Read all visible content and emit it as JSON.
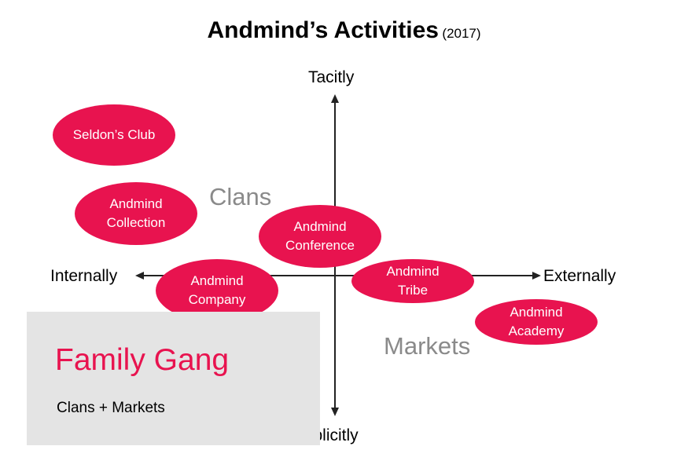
{
  "colors": {
    "bubble": "#e8134f",
    "accent_text": "#e8134f",
    "quadrant_label": "#8a8a8a",
    "box_background": "#e4e4e4",
    "axis": "#222222"
  },
  "title": {
    "main": "Andmind’s Activities",
    "year": "(2017)"
  },
  "axes": {
    "top": "Tacitly",
    "bottom": "Explicitly",
    "left": "Internally",
    "right": "Externally"
  },
  "quadrants": {
    "upper_left": "Clans",
    "lower_right": "Markets"
  },
  "bubbles": [
    {
      "id": "seldons-club",
      "lines": [
        "Seldon’s Club"
      ]
    },
    {
      "id": "andmind-collection",
      "lines": [
        "Andmind",
        "Collection"
      ]
    },
    {
      "id": "andmind-conference",
      "lines": [
        "Andmind",
        "Conference"
      ]
    },
    {
      "id": "andmind-company",
      "lines": [
        "Andmind",
        "Company"
      ]
    },
    {
      "id": "andmind-tribe",
      "lines": [
        "Andmind",
        "Tribe"
      ]
    },
    {
      "id": "andmind-academy",
      "lines": [
        "Andmind",
        "Academy"
      ]
    }
  ],
  "family_gang": {
    "title": "Family Gang",
    "subtitle": "Clans + Markets"
  }
}
